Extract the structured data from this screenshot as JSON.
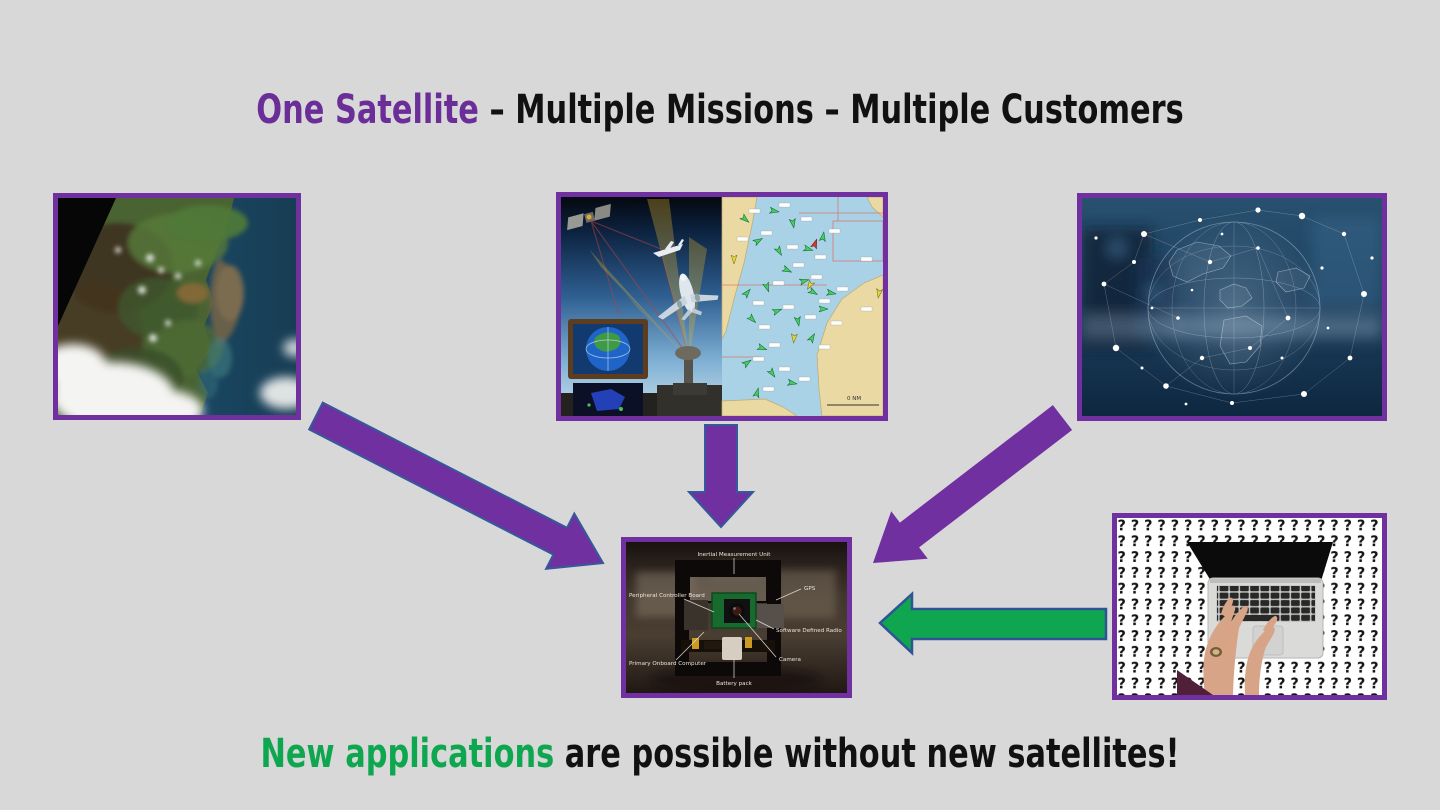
{
  "slide": {
    "title": {
      "highlight": "One Satellite",
      "rest": "– Multiple Missions – Multiple Customers"
    },
    "footer": {
      "highlight": "New applications",
      "rest": "are possible without new satellites!"
    }
  },
  "colors": {
    "background": "#D8D8D8",
    "accent_purple": "#7030A0",
    "title_purple": "#6B2D97",
    "arrow_purple": "#7030A0",
    "arrow_outline_blue": "#35599B",
    "arrow_green": "#0FA64F",
    "text_green": "#0FA650",
    "frame_border": "#7030A0"
  },
  "images": {
    "air_maritime_tracking": {
      "map_scale_label": "0 NM"
    },
    "cubesat": {
      "labels": {
        "imu": "Inertial Measurement Unit",
        "gps": "GPS",
        "peripheral": "Peripheral Controller Board",
        "sdr": "Software Defined Radio",
        "camera": "Camera",
        "computer": "Primary Onboard Computer",
        "battery": "Battery pack"
      }
    },
    "unknown_applications": {
      "pattern_char": "?"
    }
  }
}
